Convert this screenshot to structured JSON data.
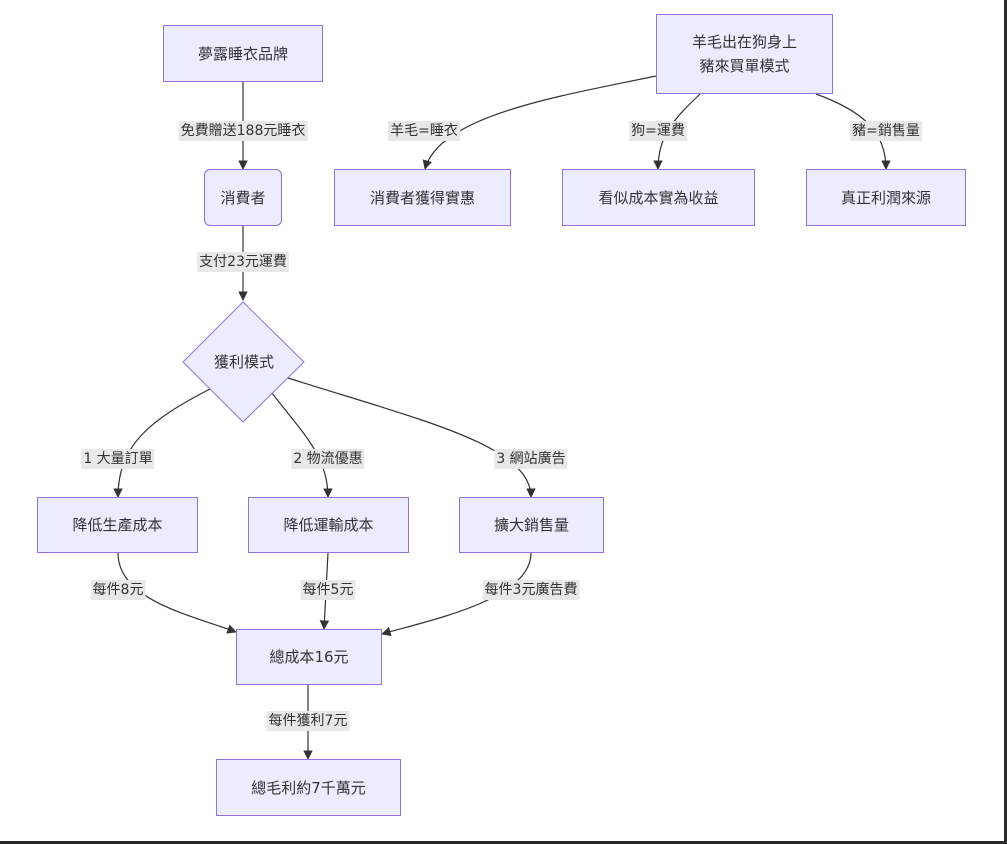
{
  "nodes": {
    "brand": "夢露睡衣品牌",
    "consumer": "消費者",
    "model": "獲利模式",
    "low_production": "降低生產成本",
    "low_transport": "降低運輸成本",
    "expand_sales": "擴大銷售量",
    "total_cost": "總成本16元",
    "gross_profit": "總毛利約7千萬元",
    "metaphor_line1": "羊毛出在狗身上",
    "metaphor_line2": "豬來買單模式",
    "consumer_benefit": "消費者獲得實惠",
    "seeming_cost": "看似成本實為收益",
    "real_profit": "真正利潤來源"
  },
  "edges": {
    "free_gift": "免費贈送188元睡衣",
    "pay_shipping": "支付23元運費",
    "bulk_order": "1 大量訂單",
    "logistics": "2 物流優惠",
    "web_ads": "3 網站廣告",
    "per_8": "每件8元",
    "per_5": "每件5元",
    "per_3_ads": "每件3元廣告費",
    "per_profit_7": "每件獲利7元",
    "wool_pajama": "羊毛=睡衣",
    "dog_shipping": "狗=運費",
    "pig_sales": "豬=銷售量"
  },
  "colors": {
    "node_fill": "#ECECFF",
    "node_stroke": "#9370DB",
    "edge": "#333333",
    "label_bg": "#e8e8e8"
  }
}
